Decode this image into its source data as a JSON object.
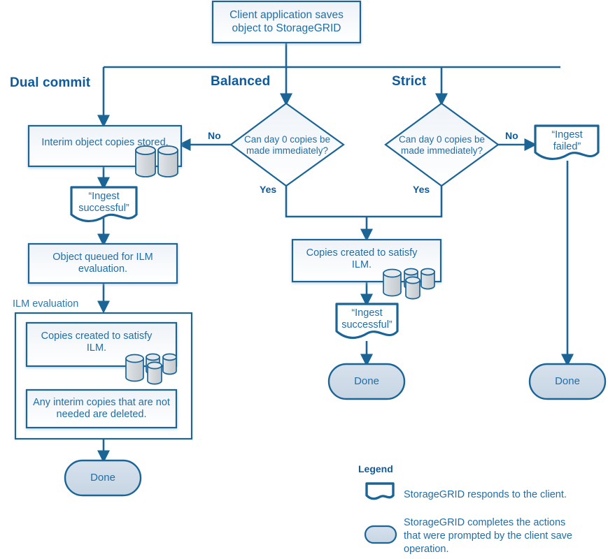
{
  "diagram": {
    "title": "StorageGRID object ingest flow by ILM ingest behavior",
    "colors": {
      "stroke": "#1a6496",
      "text": "#1f6ea8",
      "bold_label": "#0d5a9c",
      "box_fill_top": "#f4f7fa",
      "box_fill_bottom": "#ffffff",
      "done_fill": "#cfdce8",
      "cylinder_fill": "#d3d8dc",
      "background": "#ffffff"
    }
  },
  "start": {
    "label": "Client application saves object to StorageGRID"
  },
  "branches": [
    {
      "key": "dual-commit",
      "label": "Dual commit"
    },
    {
      "key": "balanced",
      "label": "Balanced"
    },
    {
      "key": "strict",
      "label": "Strict"
    }
  ],
  "nodes": {
    "interim_copies": {
      "label": "Interim object copies stored."
    },
    "ingest_successful_left": {
      "label": "“Ingest successful”"
    },
    "object_queued": {
      "label": "Object queued for ILM evaluation."
    },
    "ilm_group_label": {
      "label": "ILM evaluation"
    },
    "copies_created_left": {
      "label": "Copies created to satisfy ILM."
    },
    "interim_deleted": {
      "label": "Any interim copies that are not needed are deleted."
    },
    "done_left": {
      "label": "Done"
    },
    "decision_balanced": {
      "label": "Can  day 0 copies be made immediately?"
    },
    "decision_strict": {
      "label": "Can  day 0 copies be made immediately?"
    },
    "copies_created_middle": {
      "label": "Copies created to satisfy ILM."
    },
    "ingest_successful_middle": {
      "label": "“Ingest successful”"
    },
    "done_middle": {
      "label": "Done"
    },
    "ingest_failed": {
      "label": "“Ingest failed”"
    },
    "done_right": {
      "label": "Done"
    }
  },
  "edge_labels": {
    "balanced_no": "No",
    "balanced_yes": "Yes",
    "strict_no": "No",
    "strict_yes": "Yes"
  },
  "legend": {
    "title": "Legend",
    "items": [
      {
        "shape": "document-icon",
        "text": "StorageGRID responds to the client."
      },
      {
        "shape": "rounded-terminator-icon",
        "text": "StorageGRID completes the actions that were prompted by the client save operation."
      }
    ]
  }
}
